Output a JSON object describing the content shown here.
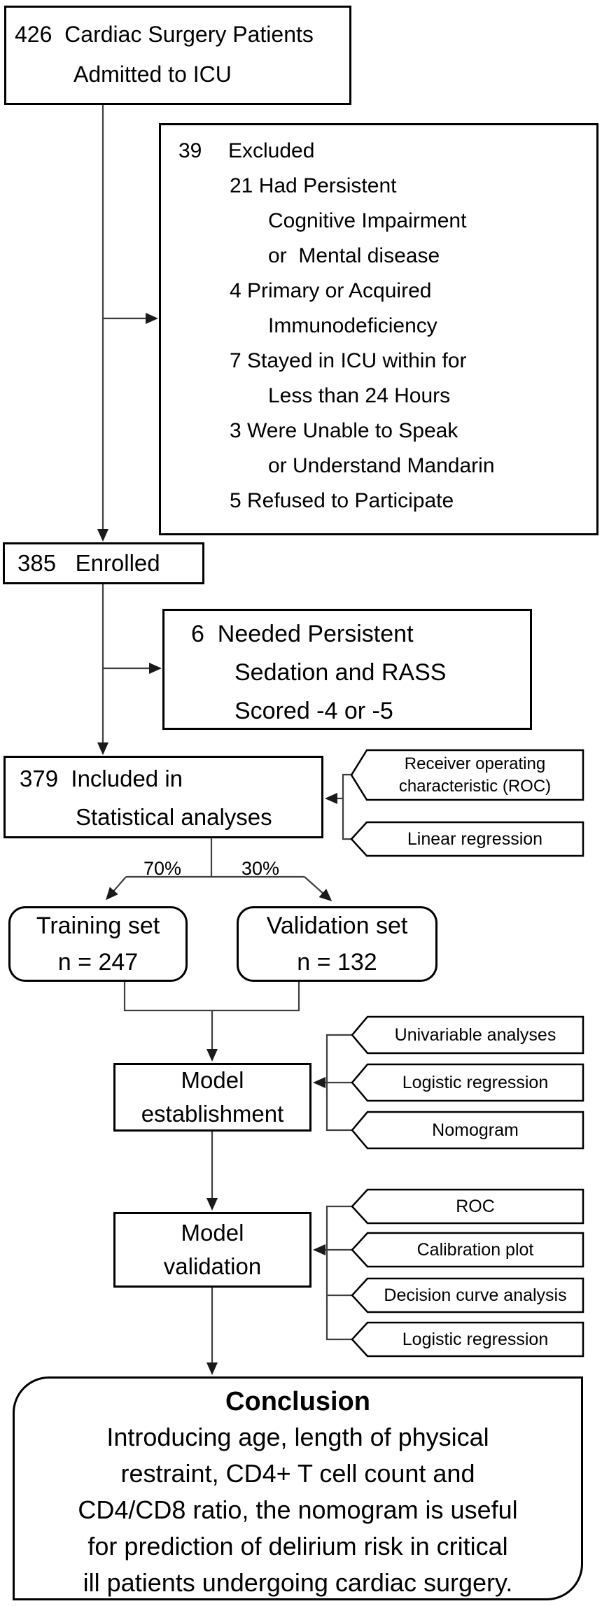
{
  "figure": {
    "patients_box": {
      "text": "426  Cardiac Surgery Patients\nAdmitted to ICU"
    },
    "excluded_box": {
      "number": "39",
      "label": "Excluded",
      "reasons": [
        {
          "text": "21 Had Persistent\nCognitive Impairment\nor  Mental disease"
        },
        {
          "text": "4 Primary or Acquired\nImmunodeficiency"
        },
        {
          "text": "7 Stayed in ICU within for\nLess than 24 Hours"
        },
        {
          "text": "3 Were Unable to Speak\nor Understand Mandarin"
        },
        {
          "text": "5 Refused to Participate"
        }
      ]
    },
    "enrolled_box": {
      "text": "385   Enrolled"
    },
    "sedation_box": {
      "text": "6  Needed Persistent\nSedation and RASS\nScored -4 or -5"
    },
    "included_box": {
      "text": "379  Included in\nStatistical analyses"
    },
    "split": {
      "training_percent": "70%",
      "validation_percent": "30%"
    },
    "training_box": {
      "text": "Training set\nn = 247"
    },
    "validation_box": {
      "text": "Validation set\nn = 132"
    },
    "model_establishment_box": {
      "text": "Model\nestablishment"
    },
    "model_validation_box": {
      "text": "Model\nvalidation"
    },
    "included_method_tags": [
      {
        "label": "Receiver operating\ncharacteristic (ROC)"
      },
      {
        "label": "Linear regression"
      }
    ],
    "establishment_method_tags": [
      {
        "label": "Univariable analyses"
      },
      {
        "label": "Logistic regression"
      },
      {
        "label": "Nomogram"
      }
    ],
    "validation_method_tags": [
      {
        "label": "ROC"
      },
      {
        "label": "Calibration plot"
      },
      {
        "label": "Decision curve analysis"
      },
      {
        "label": "Logistic regression"
      }
    ],
    "conclusion_box": {
      "title": "Conclusion",
      "text": "Introducing age, length of physical\nrestraint, CD4+ T cell count and\nCD4/CD8 ratio, the nomogram is useful\nfor prediction of delirium risk in critical\nill patients undergoing cardiac surgery."
    }
  },
  "colors": {
    "border": "#000000",
    "connector": "#3f3f3f",
    "background": "#ffffff",
    "text": "#000000"
  }
}
